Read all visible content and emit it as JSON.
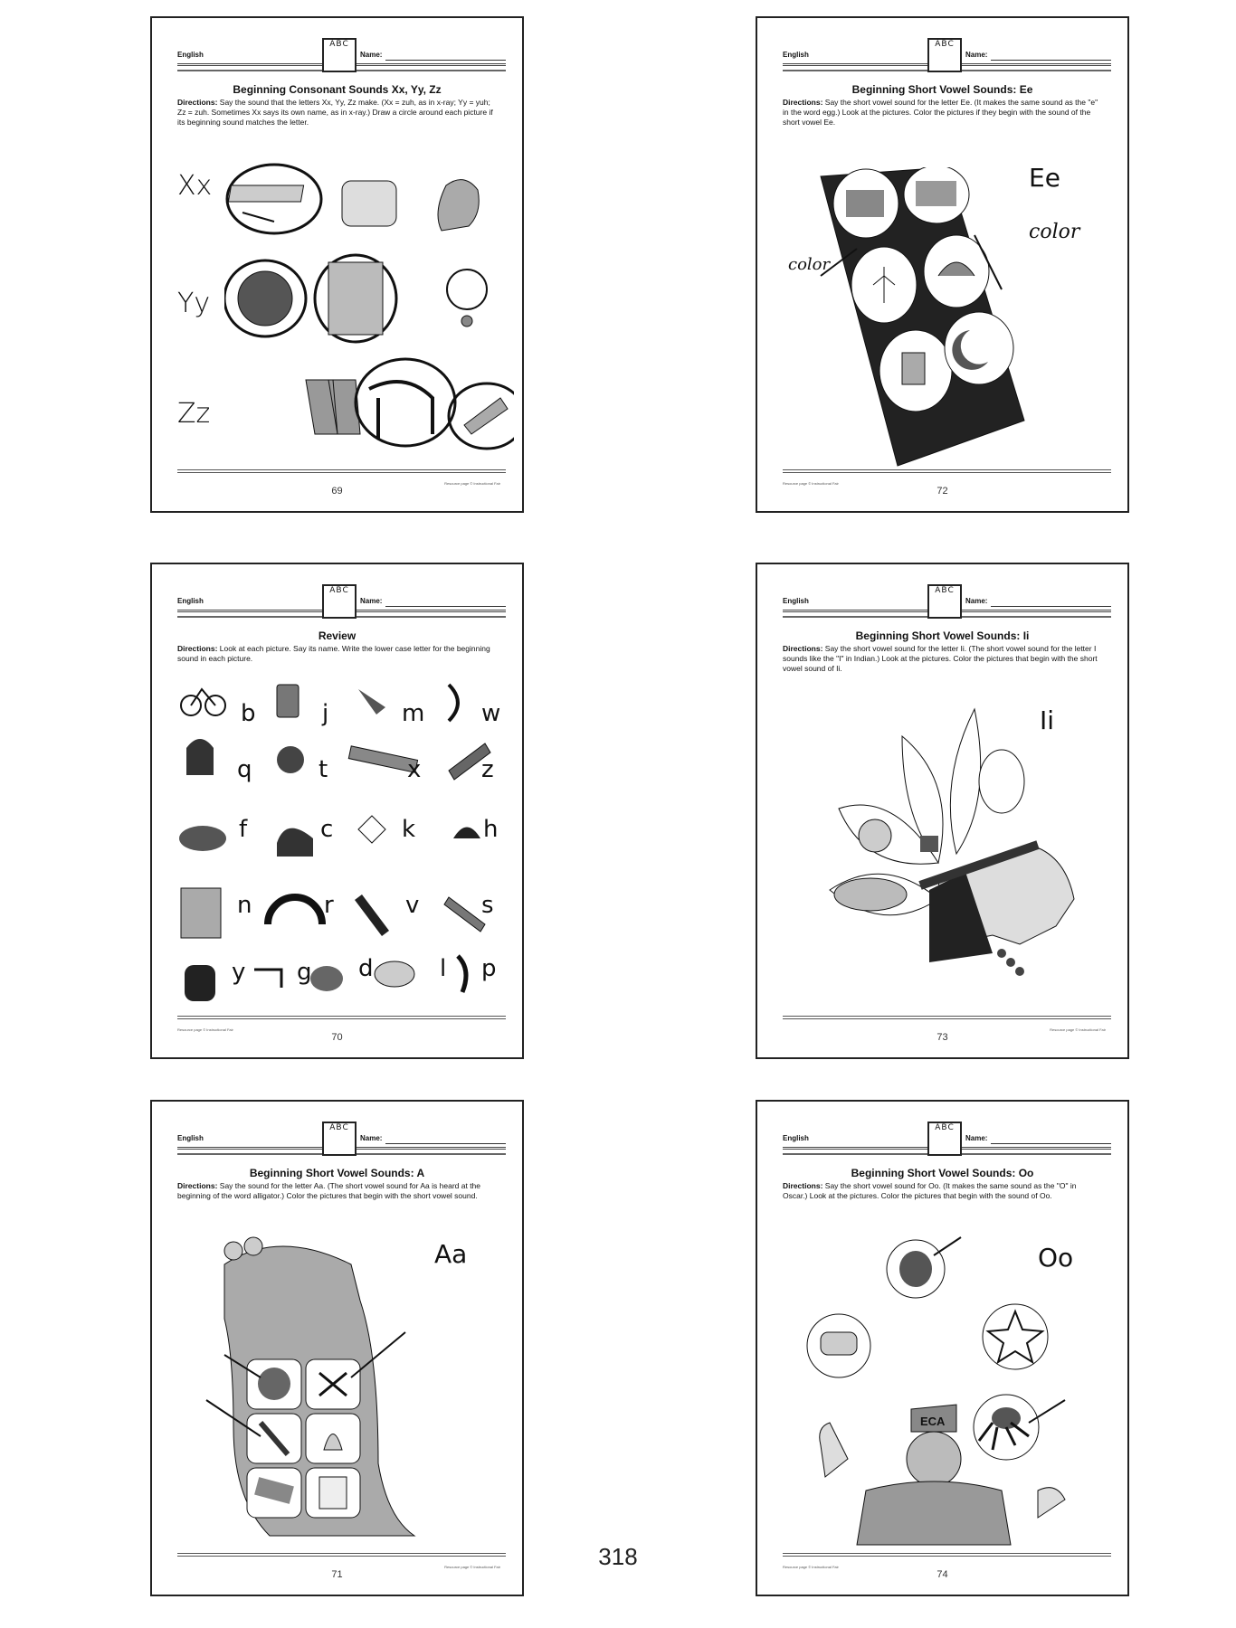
{
  "book_page_number": "318",
  "common": {
    "subject": "English",
    "name_label": "Name:",
    "logo_glyphs": "ABC",
    "copyright": "Resource page © Instructional Fair"
  },
  "worksheets": [
    {
      "id": "ws69",
      "title": "Beginning Consonant Sounds Xx, Yy, Zz",
      "directions_label": "Directions:",
      "directions": "Say the sound that the letters Xx, Yy, Zz make. (Xx = zuh, as in x-ray; Yy = yuh; Zz = zuh. Sometimes Xx says its own name, as in x-ray.) Draw a circle around each picture if its beginning sound matches the letter.",
      "letters": [
        "Xx",
        "Yy",
        "Zz"
      ],
      "page": "69"
    },
    {
      "id": "ws72",
      "title": "Beginning Short Vowel Sounds: Ee",
      "directions_label": "Directions:",
      "directions": "Say the short vowel sound for the letter Ee. (It makes the same sound as the \"e\" in the word egg.) Look at the pictures. Color the pictures if they begin with the sound of the short vowel Ee.",
      "letter": "Ee",
      "labels": [
        "color",
        "color"
      ],
      "page": "72"
    },
    {
      "id": "ws70",
      "title": "Review",
      "directions_label": "Directions:",
      "directions": "Look at each picture. Say its name. Write the lower case letter for the beginning sound in each picture.",
      "answers": [
        [
          "b",
          "j",
          "m",
          "w"
        ],
        [
          "q",
          "t",
          "x",
          "z"
        ],
        [
          "f",
          "c",
          "k",
          "h"
        ],
        [
          "n",
          "r",
          "v",
          "s"
        ],
        [
          "y",
          "g",
          "d",
          "l",
          "p"
        ]
      ],
      "page": "70"
    },
    {
      "id": "ws73",
      "title": "Beginning Short Vowel Sounds: Ii",
      "directions_label": "Directions:",
      "directions": "Say the short vowel sound for the letter Ii. (The short vowel sound for the letter I sounds like the \"I\" in Indian.) Look at the pictures. Color the pictures that begin with the short vowel sound of Ii.",
      "letter": "Ii",
      "page": "73"
    },
    {
      "id": "ws71",
      "title": "Beginning Short Vowel Sounds: A",
      "directions_label": "Directions:",
      "directions": "Say the sound for the letter Aa. (The short vowel sound for Aa is heard at the beginning of the word alligator.) Color the pictures that begin with the short vowel sound.",
      "letter": "Aa",
      "page": "71"
    },
    {
      "id": "ws74",
      "title": "Beginning Short Vowel Sounds: Oo",
      "directions_label": "Directions:",
      "directions": "Say the short vowel sound for Oo. (It makes the same sound as the \"O\" in Oscar.) Look at the pictures. Color the pictures that begin with the sound of Oo.",
      "letter": "Oo",
      "hat_text": "ECA",
      "page": "74"
    }
  ]
}
